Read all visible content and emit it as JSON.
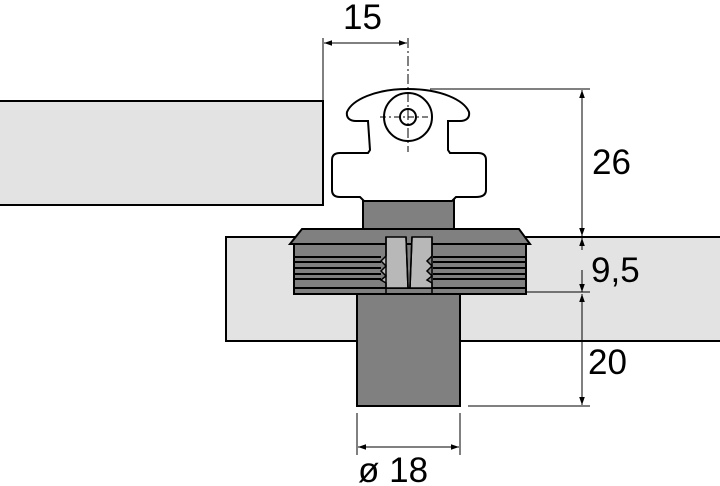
{
  "diagram": {
    "type": "technical-drawing",
    "subject": "panel connector with cam knob, threaded sleeve and dowel stem",
    "colors": {
      "panel_fill": "#e3e3e3",
      "part_fill": "#808080",
      "part_light": "#b8b8b8",
      "line": "#000000",
      "background": "#ffffff"
    }
  },
  "dimensions": {
    "offset_width": {
      "value": "15",
      "unit": "mm"
    },
    "head_height": {
      "value": "26",
      "unit": "mm"
    },
    "sleeve_height": {
      "value": "9,5",
      "unit": "mm"
    },
    "stem_length": {
      "value": "20",
      "unit": "mm"
    },
    "stem_diameter": {
      "value": "ø 18",
      "unit": "mm"
    }
  }
}
